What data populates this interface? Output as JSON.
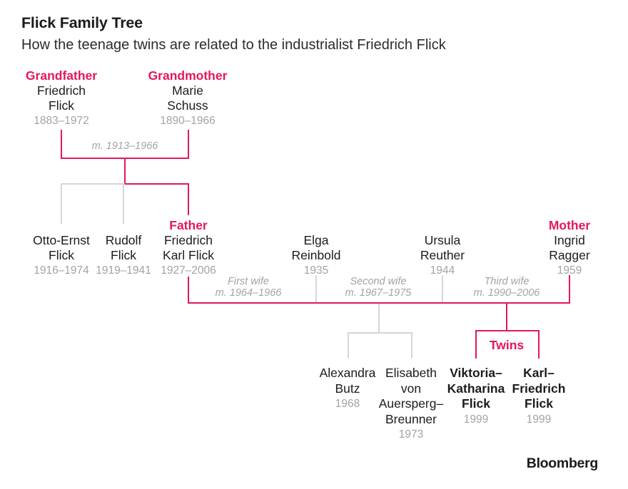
{
  "colors": {
    "accent_pink": "#e4175e",
    "text_primary": "#1c1c1c",
    "text_muted": "#a3a3a3",
    "line_gray": "#c9c9c9"
  },
  "header": {
    "title": "Flick Family Tree",
    "subtitle": "How the teenage twins are related to the industrialist Friedrich Flick"
  },
  "tree": {
    "grandfather": {
      "role": "Grandfather",
      "lines": [
        "Friedrich",
        "Flick"
      ],
      "dates": "1883–1972"
    },
    "grandmother": {
      "role": "Grandmother",
      "lines": [
        "Marie",
        "Schuss"
      ],
      "dates": "1890–1966"
    },
    "grandparents_marriage": "m. 1913–1966",
    "otto_ernst": {
      "lines": [
        "Otto-Ernst",
        "Flick"
      ],
      "dates": "1916–1974"
    },
    "rudolf": {
      "lines": [
        "Rudolf",
        "Flick"
      ],
      "dates": "1919–1941"
    },
    "father": {
      "role": "Father",
      "lines": [
        "Friedrich",
        "Karl Flick"
      ],
      "dates": "1927–2006"
    },
    "elga": {
      "lines": [
        "Elga",
        "Reinbold"
      ],
      "dates": "1935"
    },
    "ursula": {
      "lines": [
        "Ursula",
        "Reuther"
      ],
      "dates": "1944"
    },
    "mother": {
      "role": "Mother",
      "lines": [
        "Ingrid",
        "Ragger"
      ],
      "dates": "1959"
    },
    "marriage_first": {
      "lines": [
        "First wife",
        "m. 1964–1966"
      ]
    },
    "marriage_second": {
      "lines": [
        "Second wife",
        "m. 1967–1975"
      ]
    },
    "marriage_third": {
      "lines": [
        "Third wife",
        "m. 1990–2006"
      ]
    },
    "alexandra": {
      "lines": [
        "Alexandra",
        "Butz"
      ],
      "dates": "1968"
    },
    "elisabeth": {
      "lines": [
        "Elisabeth",
        "von",
        "Auersperg–",
        "Breunner"
      ],
      "dates": "1973"
    },
    "twins_label": "Twins",
    "viktoria": {
      "lines": [
        "Viktoria–",
        "Katharina",
        "Flick"
      ],
      "dates": "1999"
    },
    "karl": {
      "lines": [
        "Karl–",
        "Friedrich",
        "Flick"
      ],
      "dates": "1999"
    }
  },
  "brand": "Bloomberg"
}
